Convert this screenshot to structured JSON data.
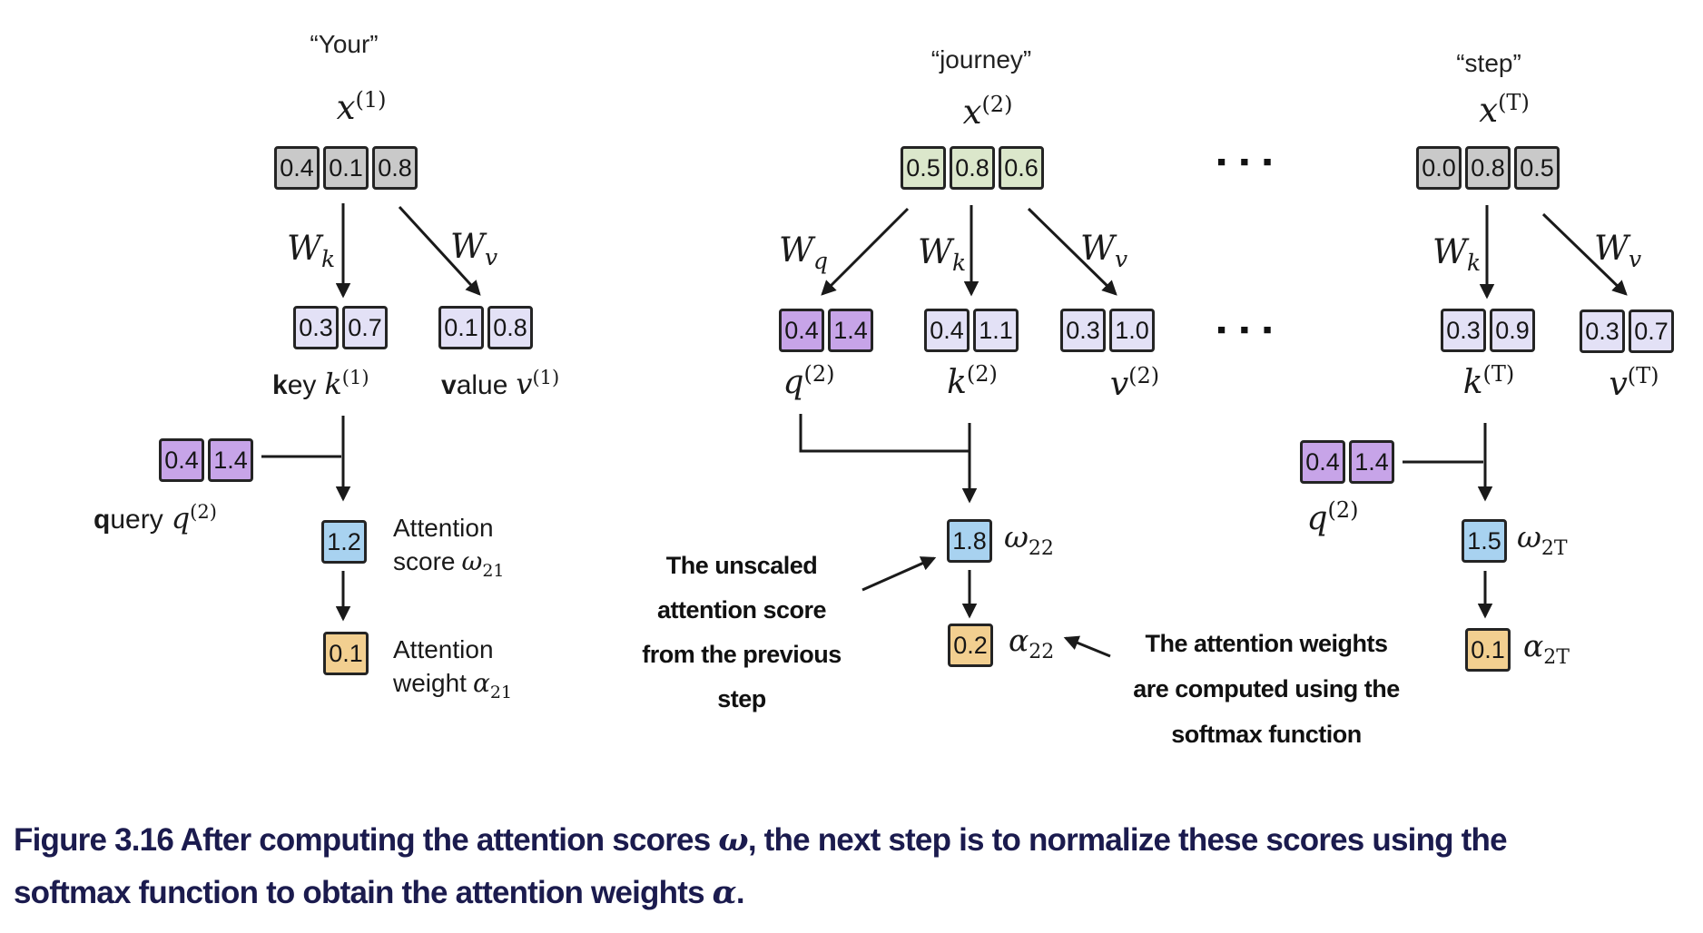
{
  "sym": {
    "W": "W",
    "x": "x",
    "k": "k",
    "v": "v",
    "q": "q",
    "omega": "ω",
    "alpha": "α"
  },
  "ellipsis": "■ ■ ■",
  "col1": {
    "word": "“Your”",
    "x_sup": "(1)",
    "embedding": [
      "0.4",
      "0.1",
      "0.8"
    ],
    "wk_sub": "k",
    "wv_sub": "v",
    "key": [
      "0.3",
      "0.7"
    ],
    "value": [
      "0.1",
      "0.8"
    ],
    "key_label": {
      "first": "k",
      "rest": "ey",
      "sup": "(1)"
    },
    "value_label": {
      "first": "v",
      "rest": "alue",
      "sup": "(1)"
    },
    "query": [
      "0.4",
      "1.4"
    ],
    "query_label": {
      "first": "q",
      "rest": "uery",
      "sup": "(2)"
    },
    "score": "1.2",
    "score_caption": {
      "line1": "Attention",
      "line2": "score",
      "sub": "21"
    },
    "weight": "0.1",
    "weight_caption": {
      "line1": "Attention",
      "line2": "weight",
      "sub": "21"
    }
  },
  "col2": {
    "word": "“journey”",
    "x_sup": "(2)",
    "embedding": [
      "0.5",
      "0.8",
      "0.6"
    ],
    "wq_sub": "q",
    "wk_sub": "k",
    "wv_sub": "v",
    "q": [
      "0.4",
      "1.4"
    ],
    "q_sup": "(2)",
    "k": [
      "0.4",
      "1.1"
    ],
    "k_sup": "(2)",
    "v": [
      "0.3",
      "1.0"
    ],
    "v_sup": "(2)",
    "score": "1.8",
    "score_sub": "22",
    "weight": "0.2",
    "weight_sub": "22"
  },
  "col3": {
    "word": "“step”",
    "x_sup": "(T)",
    "embedding": [
      "0.0",
      "0.8",
      "0.5"
    ],
    "wk_sub": "k",
    "wv_sub": "v",
    "k": [
      "0.3",
      "0.9"
    ],
    "k_sup": "(T)",
    "v": [
      "0.3",
      "0.7"
    ],
    "v_sup": "(T)",
    "q": [
      "0.4",
      "1.4"
    ],
    "q_sup": "(2)",
    "score": "1.5",
    "score_sub": "2T",
    "weight": "0.1",
    "weight_sub": "2T"
  },
  "annotations": {
    "unscaled_lines": [
      "The unscaled",
      "attention score",
      "from the previous",
      "step"
    ],
    "softmax_lines": [
      "The attention weights",
      "are computed using the",
      "softmax function"
    ]
  },
  "caption": {
    "line1_a": "Figure 3.16 After computing the attention scores ",
    "omega": "ω",
    "line1_b": ", the next step is to normalize these scores using the",
    "line2_a": "softmax function to obtain the attention weights ",
    "alpha": "α",
    "line2_b": "."
  }
}
